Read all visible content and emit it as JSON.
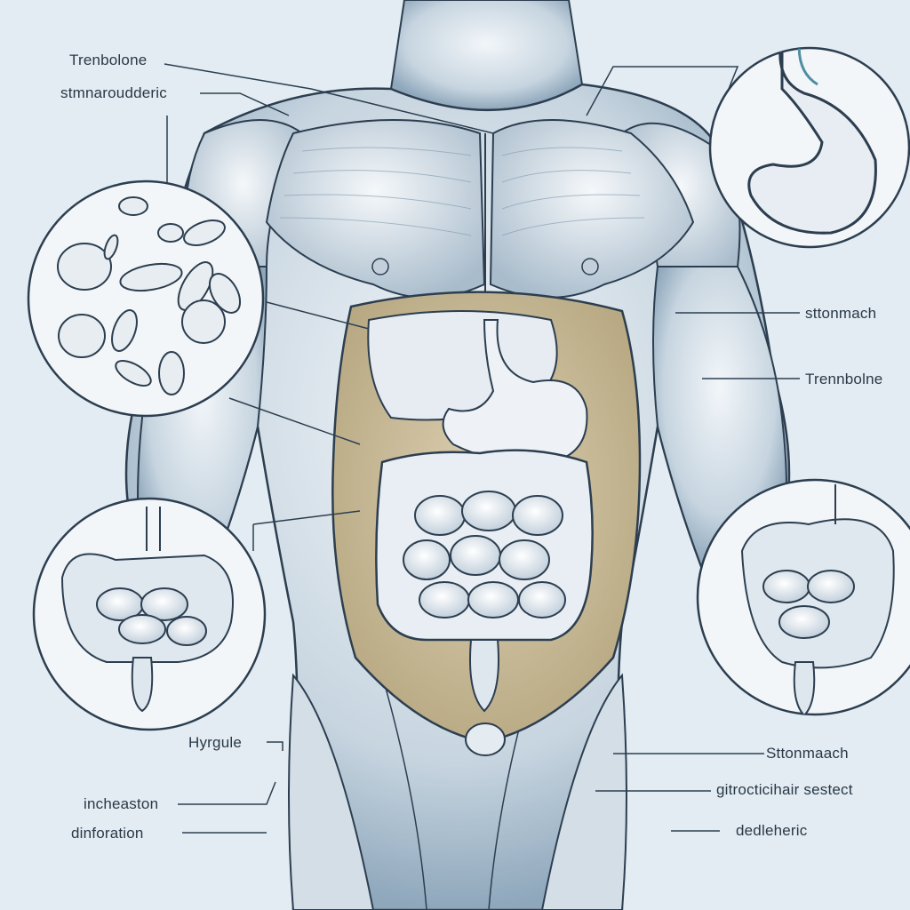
{
  "labels": {
    "top_left_1": "Trenbolone",
    "top_left_2": "stmnaroudderic",
    "right_1": "sttonmach",
    "right_2": "Trennbolne",
    "bottom_left_1": "Hyrgule",
    "bottom_left_2": "incheaston",
    "bottom_left_3": "dinforation",
    "bottom_right_1": "Sttonmaach",
    "bottom_right_2": "gitrocticihair sestect",
    "bottom_right_3": "dedleheric"
  },
  "insets": [
    {
      "name": "pill-fragments-inset"
    },
    {
      "name": "stomach-inset"
    },
    {
      "name": "left-intestine-inset"
    },
    {
      "name": "right-intestine-inset"
    }
  ],
  "colors": {
    "background": "#e2ecf2",
    "line": "#2c3e50",
    "skin": "#dde6ee",
    "muscle_shade": "#9fb4c6",
    "cavity": "#cdbfa3",
    "organ": "#eef2f6",
    "inset_fill": "#f3f6f8"
  }
}
